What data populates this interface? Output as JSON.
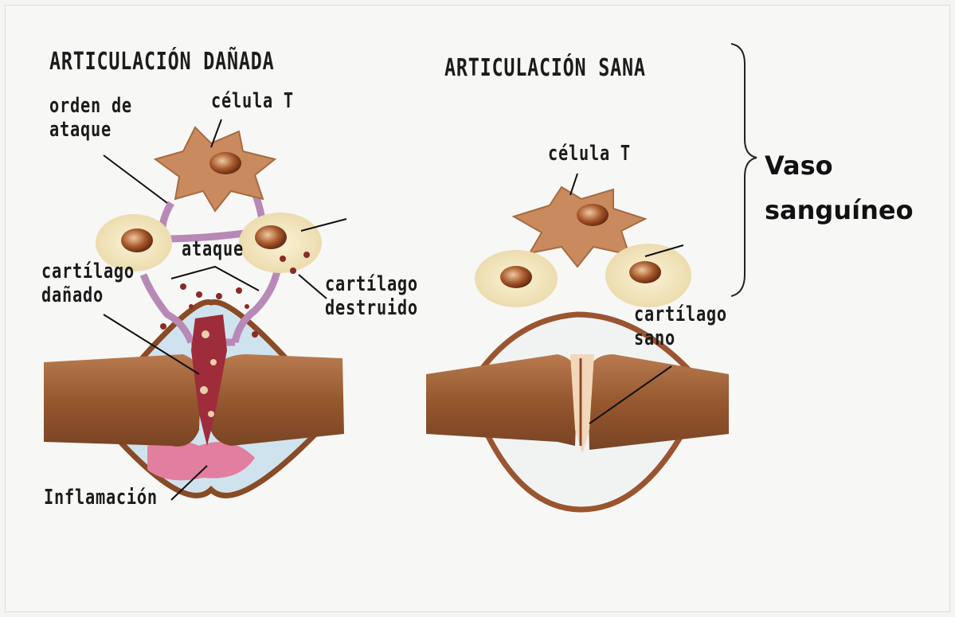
{
  "titles": {
    "damaged": "ARTICULACIÓN DAÑADA",
    "healthy": "ARTICULACIÓN SANA"
  },
  "labels": {
    "attack_order": "orden de ataque",
    "t_cell_damaged": "célula T",
    "attack": "ataque",
    "damaged_cartilage": "cartílago dañado",
    "destroyed_cartilage": "cartílago destruido",
    "inflammation": "Inflamación",
    "t_cell_healthy": "célula T",
    "healthy_cartilage": "cartílago sano"
  },
  "side_label": "Vaso sanguíneo",
  "colors": {
    "bone": "#a0653e",
    "bone_dark": "#6e3d22",
    "t_cell": "#c98a5e",
    "halo": "#f3e7c2",
    "nucleus": "#9b4c22",
    "purple": "#b889b6",
    "inflammation": "#e27ea0",
    "cartilage_dark": "#9e2c3a"
  }
}
